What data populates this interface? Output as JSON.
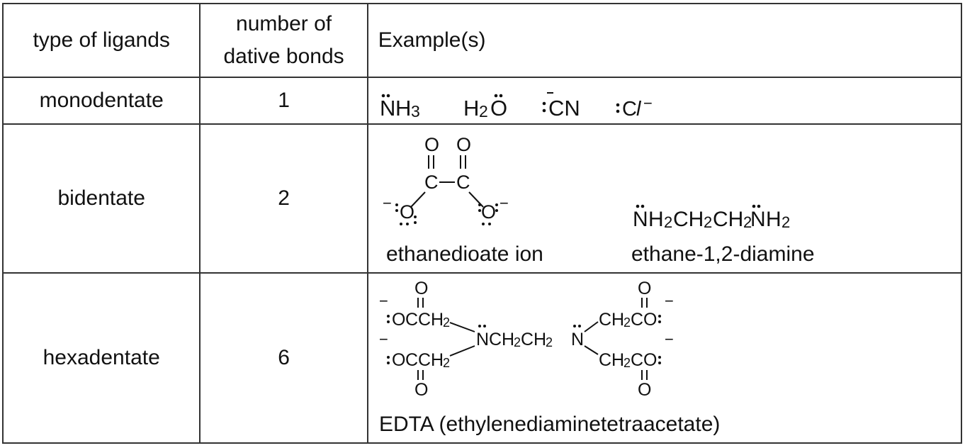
{
  "headers": {
    "type": "type of ligands",
    "number_line1": "number of",
    "number_line2": "dative bonds",
    "examples": "Example(s)"
  },
  "rows": [
    {
      "type": "monodentate",
      "bonds": "1",
      "examples": [
        "NH3",
        "H2O",
        "CN",
        "Cl"
      ]
    },
    {
      "type": "bidentate",
      "bonds": "2",
      "examples": [
        {
          "name": "ethanedioate ion",
          "atoms": {
            "o": "O",
            "c": "C",
            "minus": "−"
          }
        },
        {
          "name": "ethane-1,2-diamine",
          "formula": "NH2CH2CH2NH2"
        }
      ]
    },
    {
      "type": "hexadentate",
      "bonds": "6",
      "examples": [
        {
          "name": "EDTA (ethylenediaminetetraacetate)",
          "groups": {
            "left_acetate": "OCCH2",
            "bridge": "NCH2CH2N",
            "right_acetate": "CH2CO",
            "o": "O",
            "minus": "−"
          }
        }
      ]
    }
  ]
}
